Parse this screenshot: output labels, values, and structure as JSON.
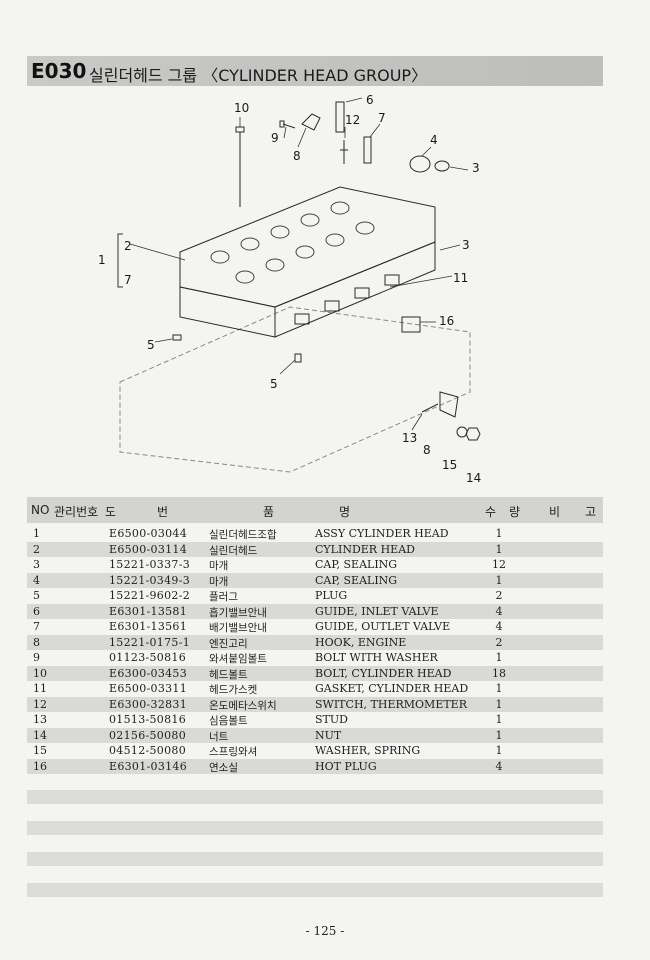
{
  "header": {
    "section_code": "E030",
    "section_title": "실린더헤드 그룹 〈CYLINDER HEAD GROUP〉"
  },
  "diagram": {
    "callouts": [
      "10",
      "6",
      "12",
      "7",
      "9",
      "8",
      "4",
      "3",
      "2",
      "1",
      "7",
      "3",
      "11",
      "16",
      "5",
      "5",
      "13",
      "8",
      "15",
      "14"
    ]
  },
  "table": {
    "headers": {
      "no": "NO",
      "mgmt": "관리번호",
      "drawing_1": "도",
      "drawing_2": "번",
      "name_1": "품",
      "name_2": "명",
      "qty_1": "수",
      "qty_2": "량",
      "remark_1": "비",
      "remark_2": "고"
    },
    "rows": [
      {
        "no": "1",
        "part_no": "E6500-03044",
        "name_ko": "실린더헤드조합",
        "name_en": "ASSY CYLINDER HEAD",
        "qty": "1"
      },
      {
        "no": "2",
        "part_no": "E6500-03114",
        "name_ko": "실린더헤드",
        "name_en": "CYLINDER HEAD",
        "qty": "1"
      },
      {
        "no": "3",
        "part_no": "15221-0337-3",
        "name_ko": "마개",
        "name_en": "CAP, SEALING",
        "qty": "12"
      },
      {
        "no": "4",
        "part_no": "15221-0349-3",
        "name_ko": "마개",
        "name_en": "CAP, SEALING",
        "qty": "1"
      },
      {
        "no": "5",
        "part_no": "15221-9602-2",
        "name_ko": "플러그",
        "name_en": "PLUG",
        "qty": "2"
      },
      {
        "no": "6",
        "part_no": "E6301-13581",
        "name_ko": "흡기밸브안내",
        "name_en": "GUIDE, INLET VALVE",
        "qty": "4"
      },
      {
        "no": "7",
        "part_no": "E6301-13561",
        "name_ko": "배기밸브안내",
        "name_en": "GUIDE, OUTLET VALVE",
        "qty": "4"
      },
      {
        "no": "8",
        "part_no": "15221-0175-1",
        "name_ko": "엔진고리",
        "name_en": "HOOK, ENGINE",
        "qty": "2"
      },
      {
        "no": "9",
        "part_no": "01123-50816",
        "name_ko": "와셔붙임볼트",
        "name_en": "BOLT WITH WASHER",
        "qty": "1"
      },
      {
        "no": "10",
        "part_no": "E6300-03453",
        "name_ko": "헤드볼트",
        "name_en": "BOLT, CYLINDER HEAD",
        "qty": "18"
      },
      {
        "no": "11",
        "part_no": "E6500-03311",
        "name_ko": "헤드가스켓",
        "name_en": "GASKET, CYLINDER HEAD",
        "qty": "1"
      },
      {
        "no": "12",
        "part_no": "E6300-32831",
        "name_ko": "온도메타스위치",
        "name_en": "SWITCH, THERMOMETER",
        "qty": "1"
      },
      {
        "no": "13",
        "part_no": "01513-50816",
        "name_ko": "심음볼트",
        "name_en": "STUD",
        "qty": "1"
      },
      {
        "no": "14",
        "part_no": "02156-50080",
        "name_ko": "너트",
        "name_en": "NUT",
        "qty": "1"
      },
      {
        "no": "15",
        "part_no": "04512-50080",
        "name_ko": "스프링와셔",
        "name_en": "WASHER, SPRING",
        "qty": "1"
      },
      {
        "no": "16",
        "part_no": "E6301-03146",
        "name_ko": "연소실",
        "name_en": "HOT PLUG",
        "qty": "4"
      }
    ]
  },
  "footer": {
    "page_number": "- 125 -"
  }
}
